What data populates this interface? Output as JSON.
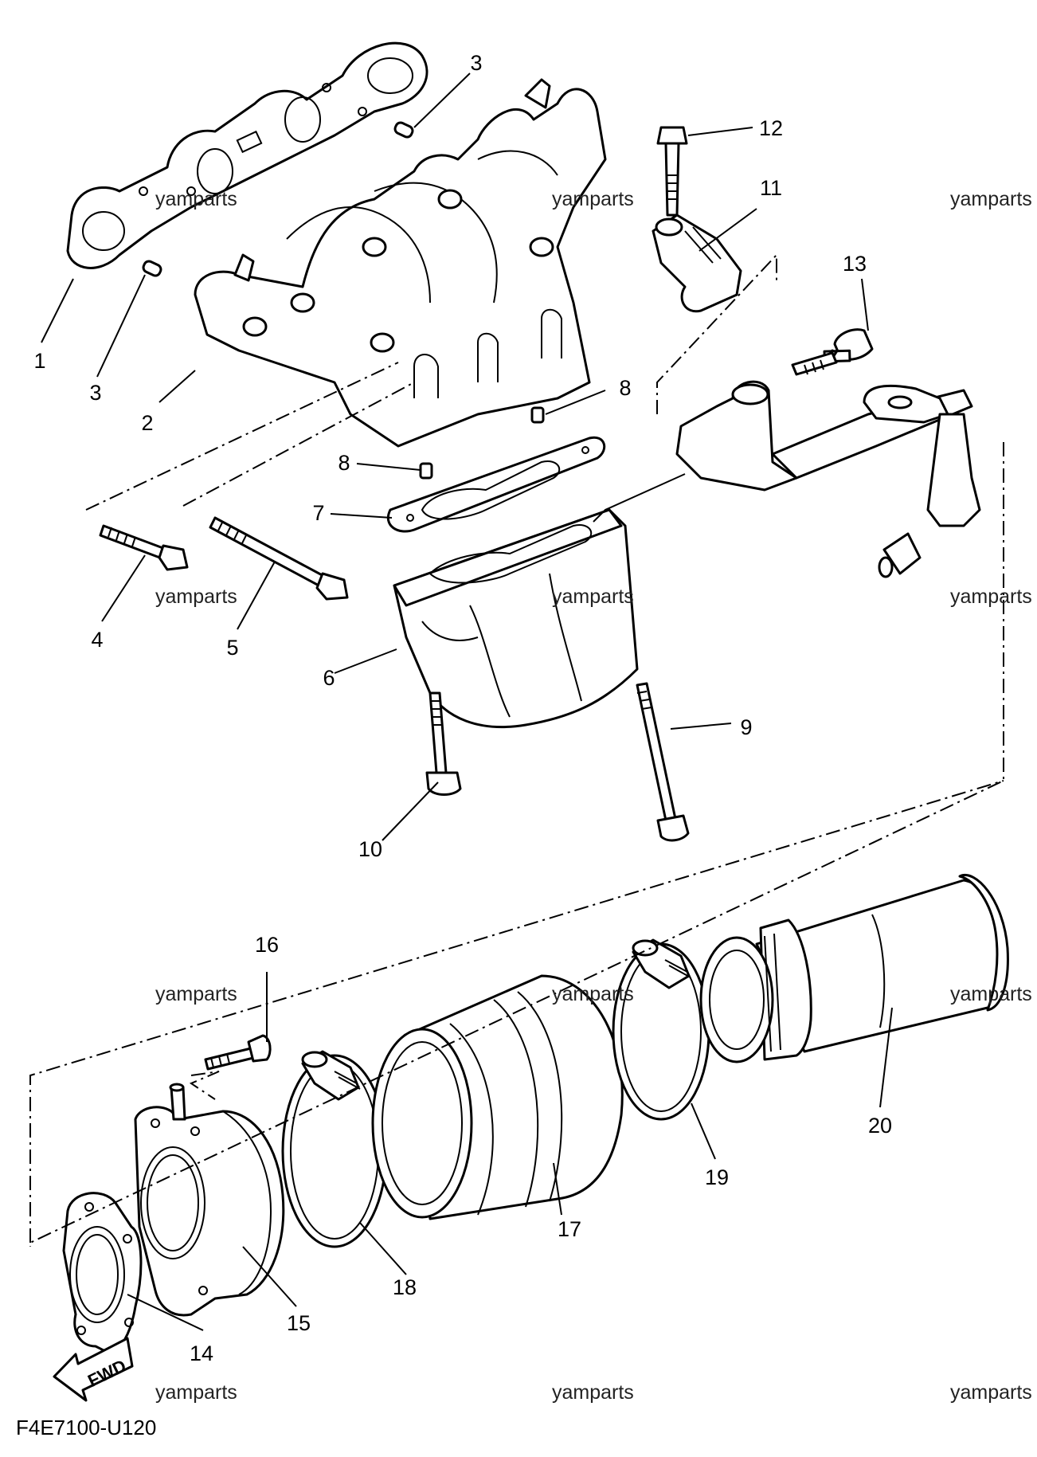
{
  "diagram": {
    "drawing_code": "F4E7100-U120",
    "fwd_label": "FWD",
    "watermark": "yamparts",
    "callouts": [
      "1",
      "2",
      "3",
      "3",
      "4",
      "5",
      "6",
      "7",
      "8",
      "8",
      "9",
      "10",
      "11",
      "12",
      "13",
      "14",
      "15",
      "16",
      "17",
      "18",
      "19",
      "20"
    ]
  }
}
